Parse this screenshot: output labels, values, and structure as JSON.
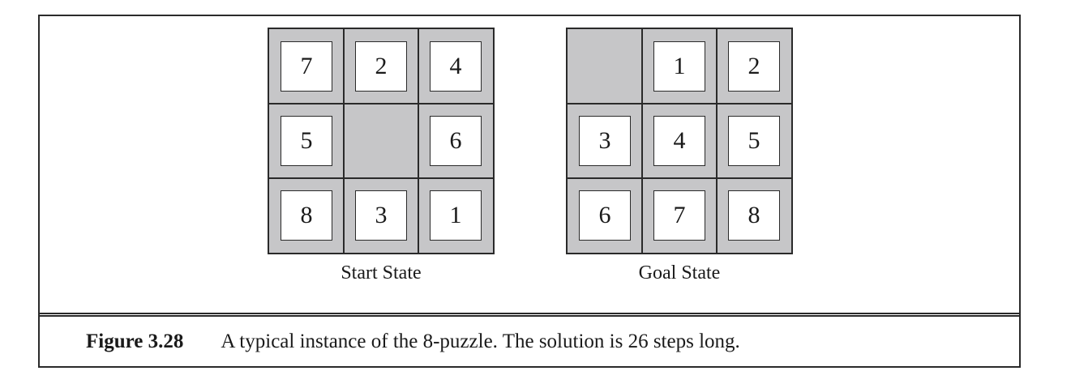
{
  "figure": {
    "start_board": {
      "label": "Start State",
      "tiles": [
        "7",
        "2",
        "4",
        "5",
        "",
        "6",
        "8",
        "3",
        "1"
      ]
    },
    "goal_board": {
      "label": "Goal State",
      "tiles": [
        "",
        "1",
        "2",
        "3",
        "4",
        "5",
        "6",
        "7",
        "8"
      ]
    },
    "colors": {
      "cell_background": "#c6c6c8",
      "tile_background": "#ffffff",
      "border": "#2a2a2a"
    }
  },
  "caption": {
    "label": "Figure 3.28",
    "text": "A typical instance of the 8-puzzle. The solution is 26 steps long."
  }
}
